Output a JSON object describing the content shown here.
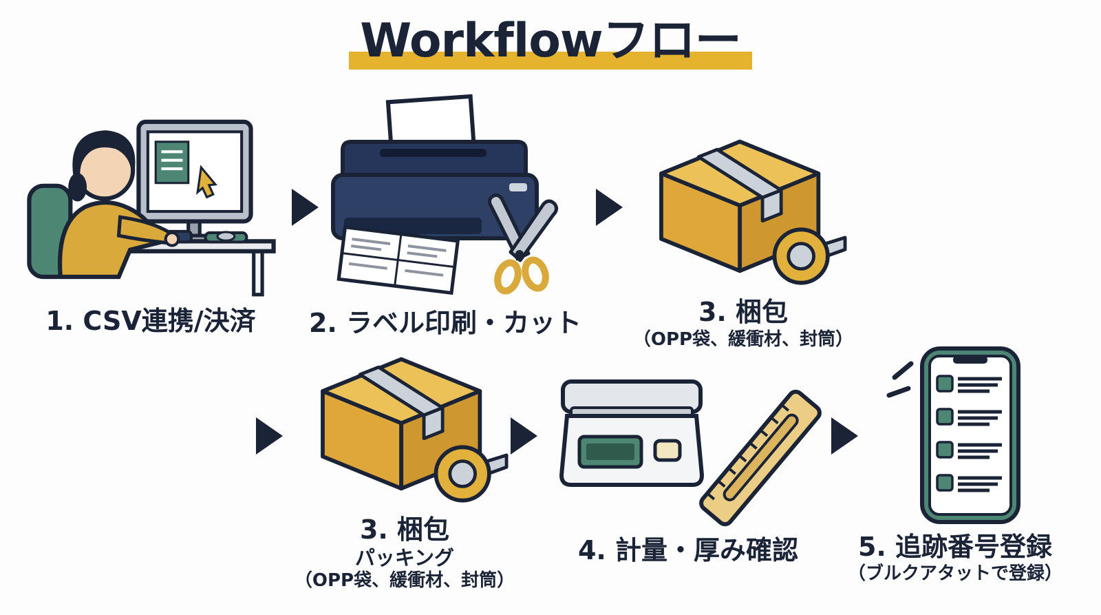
{
  "title": "Workflowフロー",
  "colors": {
    "navy": "#1b2437",
    "gold": "#e5b32e",
    "box_gold": "#dfa63a",
    "teal": "#4e8674",
    "gray": "#ccd2da"
  },
  "steps": [
    {
      "label": "1. CSV連携/決済",
      "icon": "person-computer-icon"
    },
    {
      "label": "2. ラベル印刷・カット",
      "icon": "printer-scissors-icon"
    },
    {
      "label": "3. 梱包",
      "note": "（OPP袋、緩衝材、封筒）",
      "icon": "box-tape-icon"
    },
    {
      "label": "3. 梱包",
      "sub": "パッキング",
      "note": "（OPP袋、緩衝材、封筒）",
      "icon": "box-tape-icon"
    },
    {
      "label": "4. 計量・厚み確認",
      "icon": "scale-ruler-icon"
    },
    {
      "label": "5. 追跡番号登録",
      "note": "（ブルクアタットで登録）",
      "icon": "smartphone-checklist-icon"
    }
  ],
  "arrows": {
    "glyph": "▶",
    "count": 5
  }
}
